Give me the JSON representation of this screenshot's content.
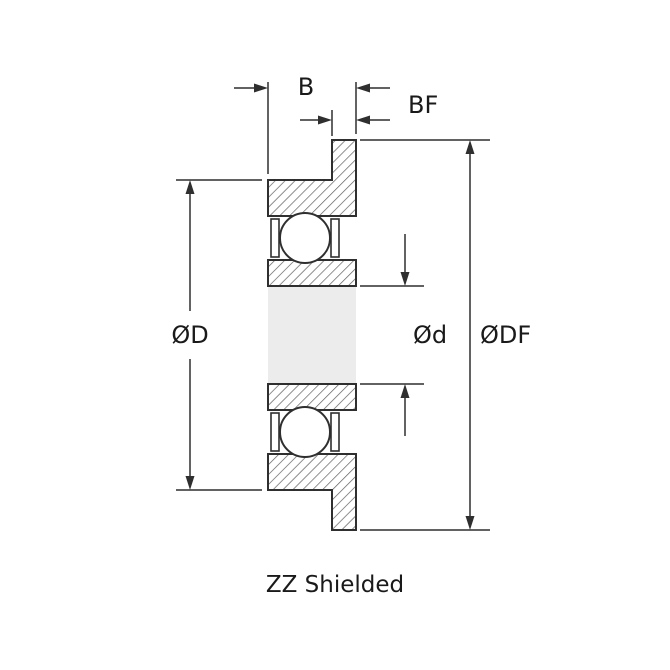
{
  "diagram": {
    "caption": "ZZ Shielded",
    "labels": {
      "width": "B",
      "flange_width": "BF",
      "outer_diameter": "ØD",
      "bore_diameter": "Ød",
      "flange_diameter": "ØDF"
    },
    "colors": {
      "line": "#2f2f2f",
      "hatch": "#5f5f5f",
      "bore_fill": "#ececec",
      "background": "#ffffff"
    }
  }
}
